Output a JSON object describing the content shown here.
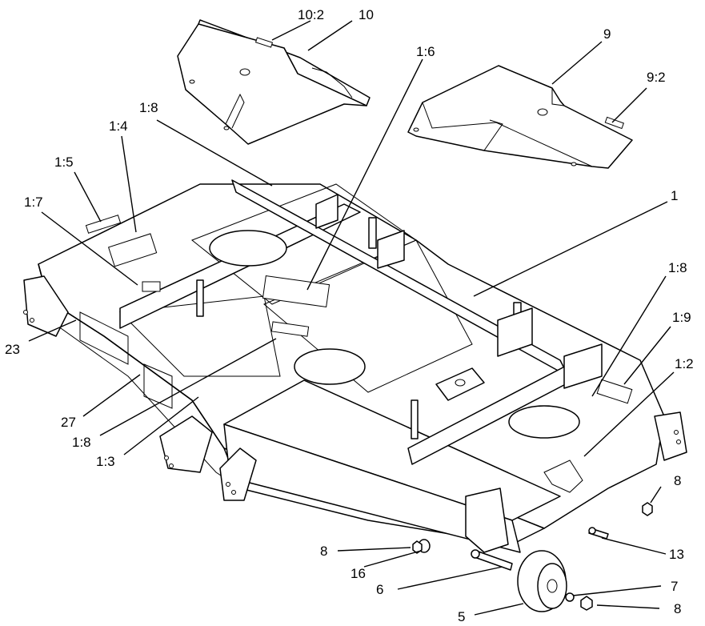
{
  "diagram": {
    "labels": [
      {
        "id": "l10_2",
        "text": "10:2"
      },
      {
        "id": "l10",
        "text": "10"
      },
      {
        "id": "l1_6",
        "text": "1:6"
      },
      {
        "id": "l9",
        "text": "9"
      },
      {
        "id": "l9_2",
        "text": "9:2"
      },
      {
        "id": "l1_8a",
        "text": "1:8"
      },
      {
        "id": "l1_4",
        "text": "1:4"
      },
      {
        "id": "l1_5",
        "text": "1:5"
      },
      {
        "id": "l1_7",
        "text": "1:7"
      },
      {
        "id": "l1",
        "text": "1"
      },
      {
        "id": "l1_8b",
        "text": "1:8"
      },
      {
        "id": "l1_9",
        "text": "1:9"
      },
      {
        "id": "l1_2",
        "text": "1:2"
      },
      {
        "id": "l23",
        "text": "23"
      },
      {
        "id": "l27",
        "text": "27"
      },
      {
        "id": "l1_8c",
        "text": "1:8"
      },
      {
        "id": "l1_3",
        "text": "1:3"
      },
      {
        "id": "l8a",
        "text": "8"
      },
      {
        "id": "l8b",
        "text": "8"
      },
      {
        "id": "l13",
        "text": "13"
      },
      {
        "id": "l16",
        "text": "16"
      },
      {
        "id": "l6",
        "text": "6"
      },
      {
        "id": "l7",
        "text": "7"
      },
      {
        "id": "l8c",
        "text": "8"
      },
      {
        "id": "l5",
        "text": "5"
      }
    ]
  }
}
